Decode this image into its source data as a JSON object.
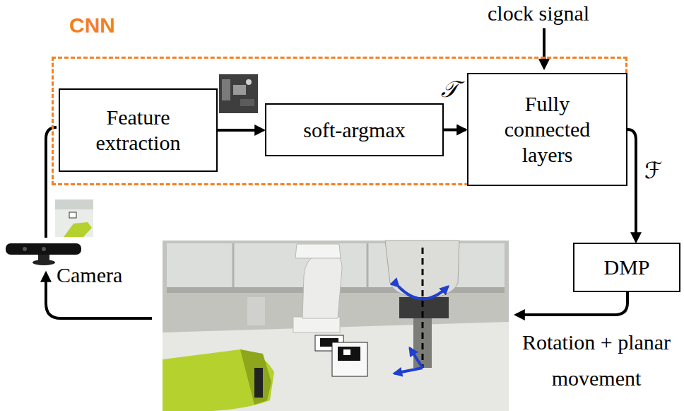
{
  "diagram": {
    "nodes": [
      {
        "text": [
          "CNN"
        ]
      },
      {
        "text": [
          "Feature extraction"
        ],
        "in": 0
      },
      {
        "text": [
          "soft-argmax"
        ],
        "in": 0
      },
      {
        "text": [
          "Fully connected layers"
        ],
        "in": 0
      },
      {
        "text": [
          "DMP"
        ]
      }
    ],
    "edges": [
      {
        "from": 1,
        "to": 2,
        "arrow": "to"
      },
      {
        "from": 2,
        "to": 3,
        "arrow": "to",
        "label": "𝒯"
      },
      {
        "from": 3,
        "to": 4,
        "arrow": "to",
        "label": "ℱ"
      }
    ],
    "labels": [
      "clock signal",
      "Camera",
      "Rotation + planar movement"
    ]
  }
}
